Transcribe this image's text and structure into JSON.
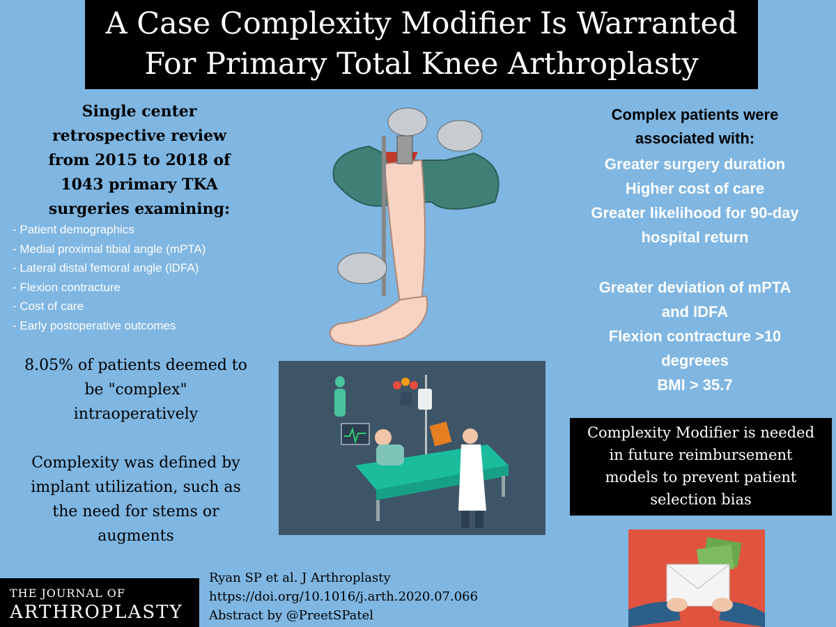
{
  "title": {
    "line1": "A Case Complexity Modifier Is Warranted",
    "line2": "For Primary Total Knee Arthroplasty"
  },
  "left": {
    "heading": [
      "Single center",
      "retrospective review",
      "from 2015 to 2018 of",
      "1043 primary TKA",
      "surgeries examining:"
    ],
    "items": [
      "- Patient demographics",
      "- Medial proximal tibial angle (mPTA)",
      "- Lateral distal femoral angle (lDFA)",
      "- Flexion contracture",
      "- Cost of care",
      "- Early postoperative outcomes"
    ],
    "stat": [
      "8.05% of patients deemed to",
      "be \"complex\"",
      "intraoperatively"
    ],
    "definition": [
      "Complexity was defined by",
      "implant utilization, such as",
      "the need for stems or",
      "augments"
    ]
  },
  "right": {
    "heading": [
      "Complex patients were",
      "associated with:"
    ],
    "associations": [
      "Greater surgery duration",
      "Higher cost of care",
      "Greater likelihood for 90-day",
      "hospital return"
    ],
    "predictors": [
      "Greater deviation of mPTA",
      "and lDFA",
      "Flexion contracture >10",
      "degreees",
      "BMI > 35.7"
    ],
    "conclusion": [
      "Complexity Modifier is needed",
      "in future reimbursement",
      "models to prevent patient",
      "selection bias"
    ]
  },
  "journal": {
    "line1": "THE JOURNAL OF",
    "line2": "ARTHROPLASTY"
  },
  "citation": {
    "line1": "Ryan SP et al. J Arthroplasty",
    "line2": "https://doi.org/10.1016/j.arth.2020.07.066",
    "line3": "Abstract by @PreetSPatel"
  },
  "colors": {
    "background": "#7fb6e2",
    "title_box": "#000000",
    "ward_background": "#3d5567",
    "money_background": "#e0533f"
  }
}
